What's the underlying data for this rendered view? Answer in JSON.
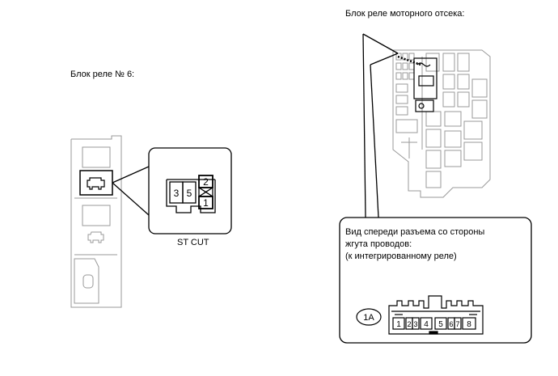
{
  "labels": {
    "relay_block_6": "Блок реле № 6:",
    "engine_relay_block": "Блок реле моторного отсека:",
    "st_cut": "ST CUT",
    "front_view_line1": "Вид спереди разъема со стороны",
    "front_view_line2": "жгута проводов:",
    "front_view_line3": "(к интегрированному реле)",
    "connector_code": "1A"
  },
  "st_cut_pins": [
    "3",
    "5",
    "2",
    "1"
  ],
  "connector_1a_pins": [
    "1",
    "2",
    "3",
    "4",
    "5",
    "6",
    "7",
    "8"
  ]
}
